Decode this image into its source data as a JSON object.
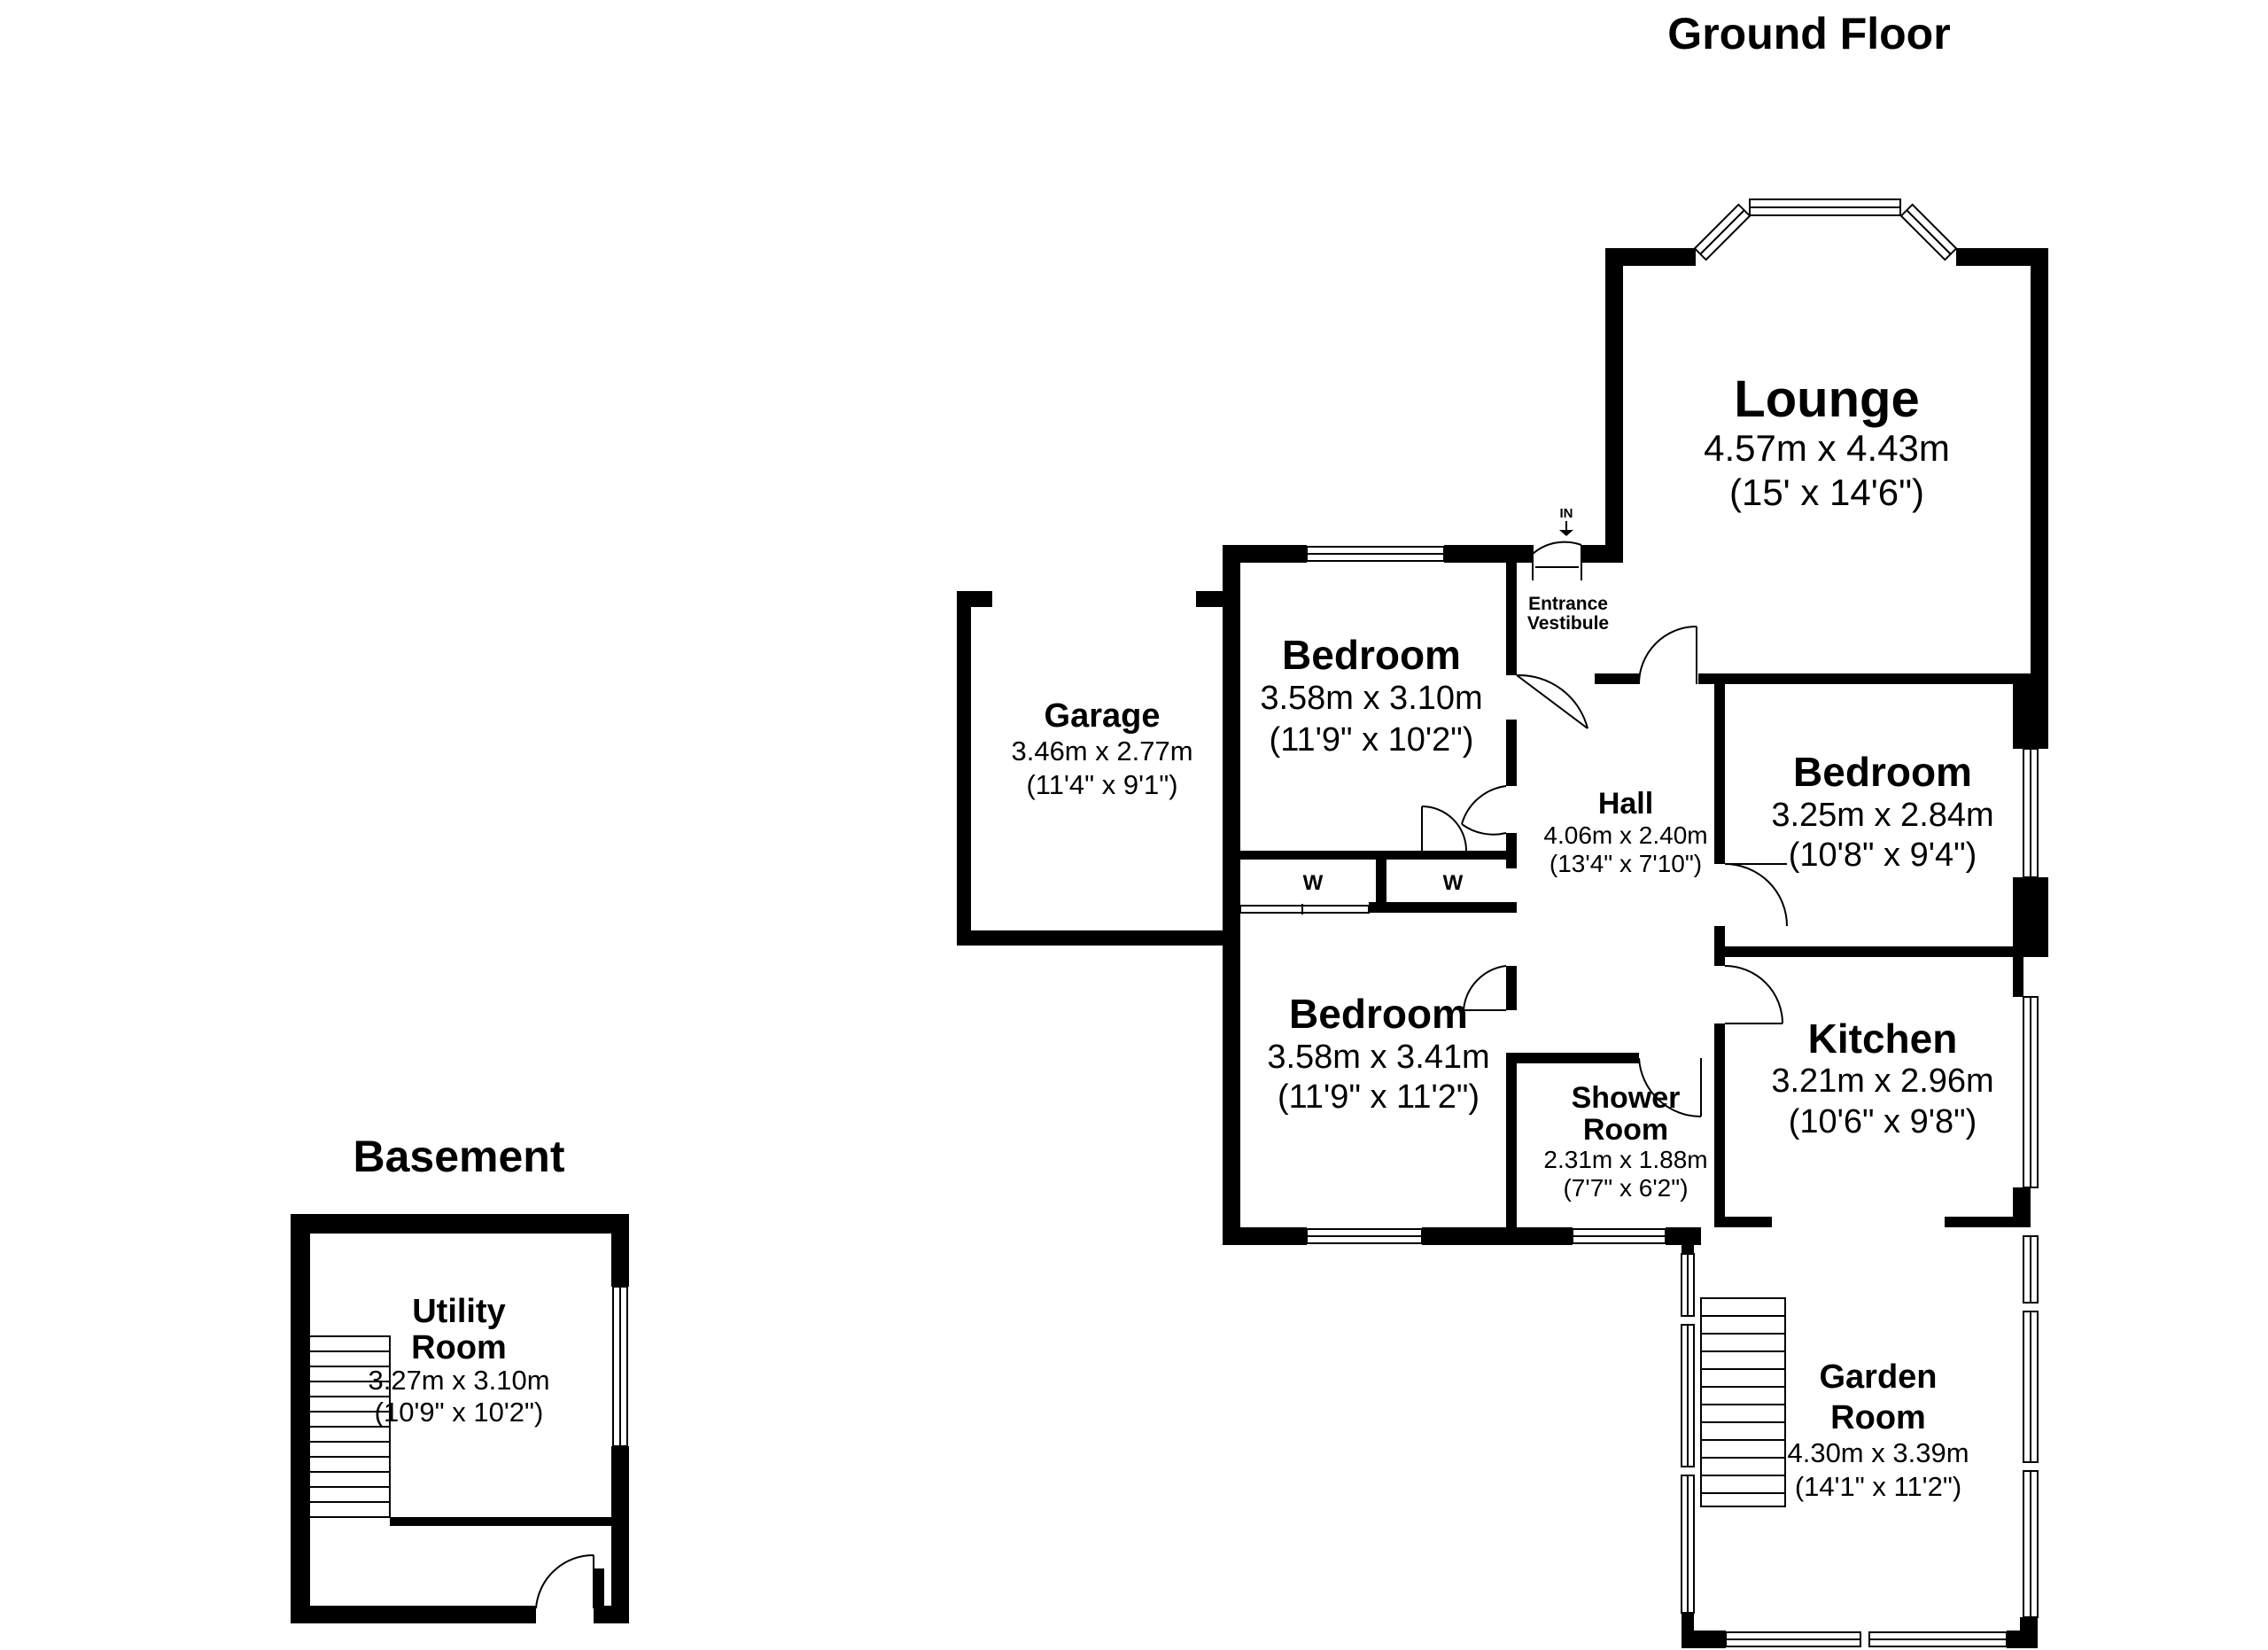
{
  "floors": {
    "ground": "Ground Floor",
    "basement": "Basement"
  },
  "rooms": {
    "lounge": {
      "name": "Lounge",
      "metric": "4.57m x 4.43m",
      "imperial": "(15' x 14'6\")"
    },
    "bedroom1": {
      "name": "Bedroom",
      "metric": "3.58m x 3.10m",
      "imperial": "(11'9\" x 10'2\")"
    },
    "garage": {
      "name": "Garage",
      "metric": "3.46m x 2.77m",
      "imperial": "(11'4\" x 9'1\")"
    },
    "vestibule": {
      "name_line1": "Entrance",
      "name_line2": "Vestibule",
      "entry_marker": "IN"
    },
    "hall": {
      "name": "Hall",
      "metric": "4.06m x 2.40m",
      "imperial": "(13'4\" x 7'10\")"
    },
    "bedroom2": {
      "name": "Bedroom",
      "metric": "3.25m x 2.84m",
      "imperial": "(10'8\" x 9'4\")"
    },
    "wardrobe1": {
      "label": "W"
    },
    "wardrobe2": {
      "label": "W"
    },
    "bedroom3": {
      "name": "Bedroom",
      "metric": "3.58m x 3.41m",
      "imperial": "(11'9\" x 11'2\")"
    },
    "kitchen": {
      "name": "Kitchen",
      "metric": "3.21m x 2.96m",
      "imperial": "(10'6\" x 9'8\")"
    },
    "shower": {
      "name_line1": "Shower",
      "name_line2": "Room",
      "metric": "2.31m x 1.88m",
      "imperial": "(7'7\" x 6'2\")"
    },
    "garden": {
      "name_line1": "Garden",
      "name_line2": "Room",
      "metric": "4.30m x 3.39m",
      "imperial": "(14'1\" x 11'2\")"
    },
    "utility": {
      "name_line1": "Utility",
      "name_line2": "Room",
      "metric": "3.27m x 3.10m",
      "imperial": "(10'9\" x 10'2\")"
    }
  },
  "colors": {
    "wall": "#000000",
    "background": "#ffffff"
  }
}
